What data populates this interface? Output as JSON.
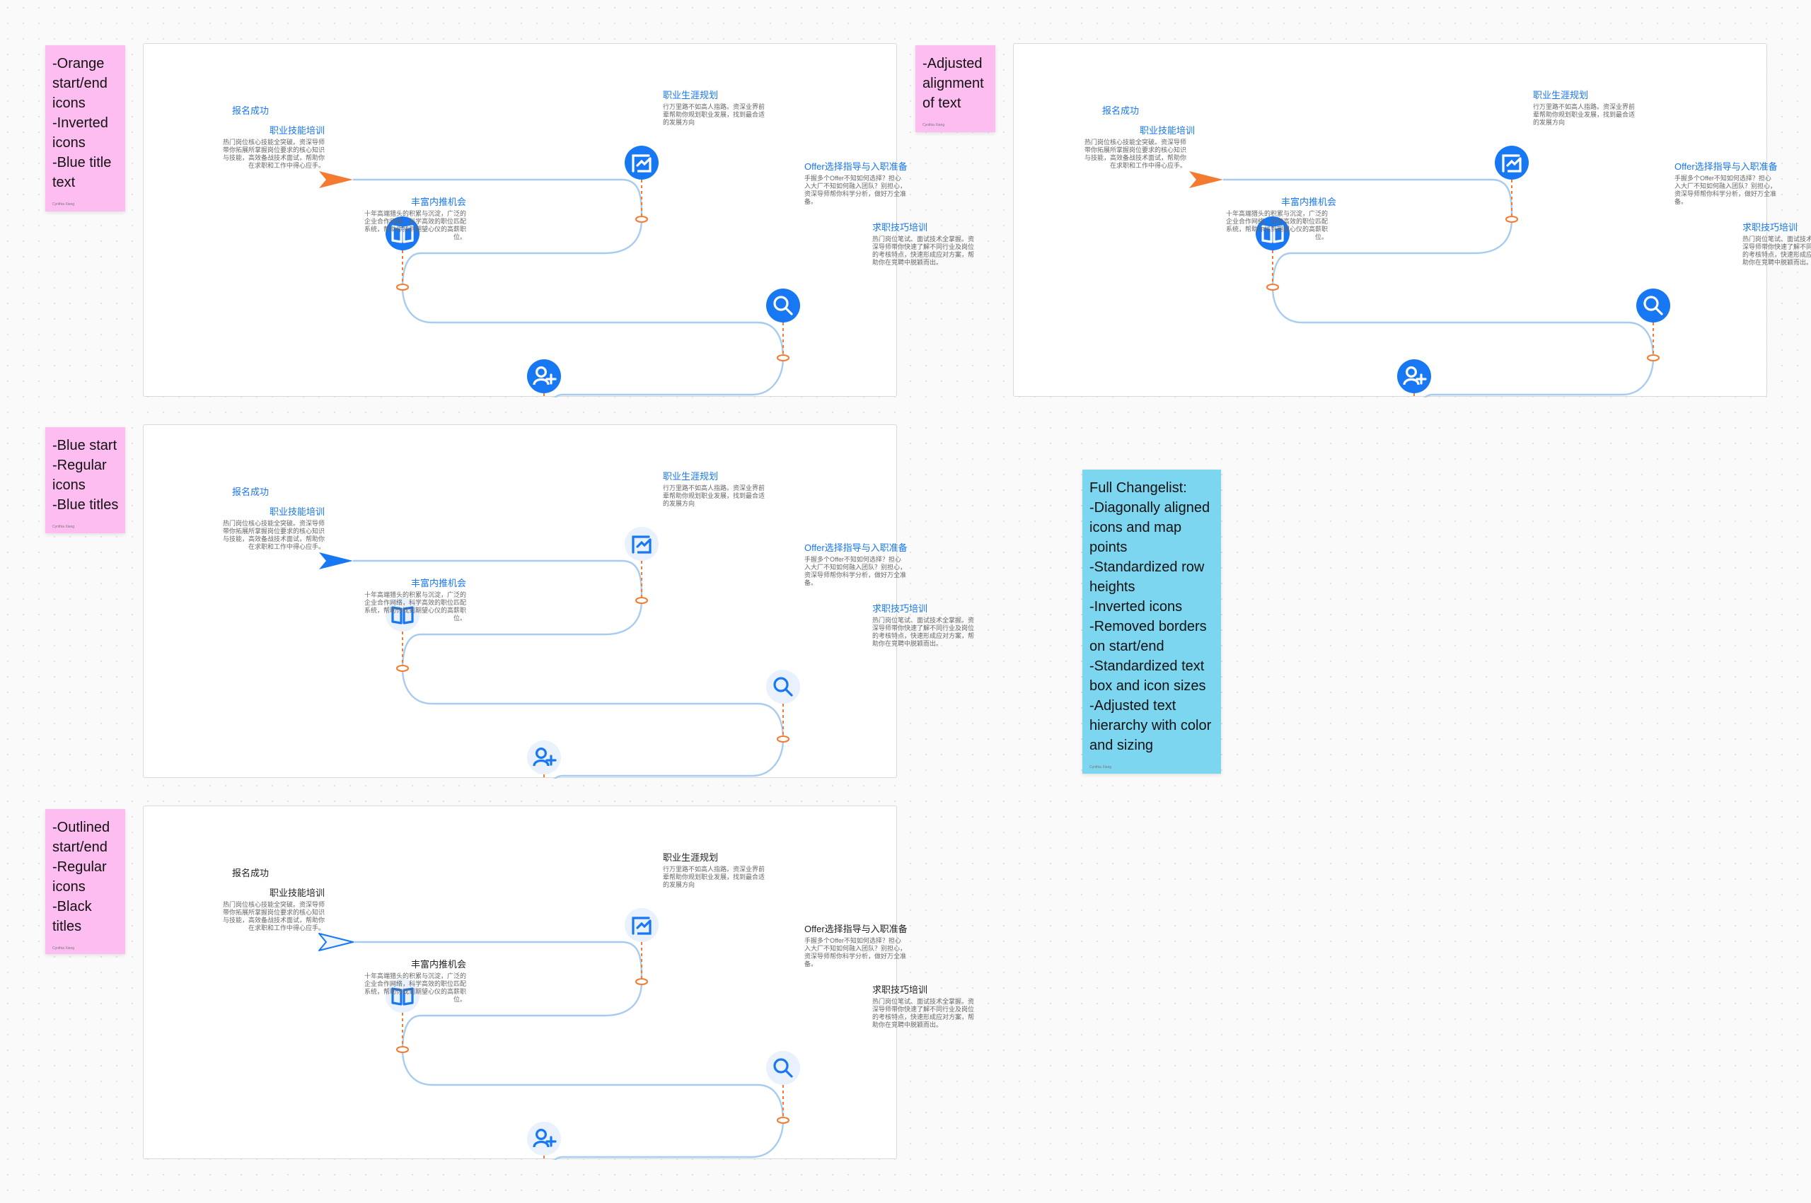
{
  "colors": {
    "orange": "#f47a30",
    "blue": "#1877f2",
    "path": "#a8ccf0",
    "pink_note": "#fdbdf0",
    "cyan_note": "#7dd6ef"
  },
  "notes": [
    {
      "lines": [
        "-Orange",
        "start/end",
        "icons",
        "-Inverted",
        "icons",
        "-Blue title",
        "text"
      ],
      "author": "Cynthia Xiang"
    },
    {
      "lines": [
        "-Adjusted",
        "alignment",
        "of text"
      ],
      "author": "Cynthia Xiang"
    },
    {
      "lines": [
        "-Blue start",
        "-Regular",
        "icons",
        "-Blue titles"
      ],
      "author": "Cynthia Xiang"
    },
    {
      "lines": [
        "-Outlined",
        "start/end",
        "-Regular",
        "icons",
        "-Black",
        "titles"
      ],
      "author": "Cynthia Xiang"
    },
    {
      "lines": [
        "Full Changelist:",
        "-Diagonally aligned",
        "icons and map",
        "points",
        "-Standardized row",
        "heights",
        "-Inverted icons",
        "-Removed borders",
        "on start/end",
        "-Standardized text",
        "box and icon sizes",
        "-Adjusted text",
        "hierarchy with color",
        "and sizing"
      ],
      "author": "Cynthia Xiang"
    }
  ],
  "roadmap": {
    "start_label": "报名成功",
    "steps": [
      {
        "title": "职业生涯规划",
        "icon": "chart-edit-icon",
        "desc": "行万里路不如高人指路。资深业界前辈帮助你规划职业发展，找到最合适的发展方向"
      },
      {
        "title": "职业技能培训",
        "icon": "book-icon",
        "desc": "热门岗位核心技能全突破。资深导师带你拓展所掌握岗位要求的核心知识与技能，高效备战技术面试，帮助你在求职和工作中得心应手。"
      },
      {
        "title": "Offer选择指导与入职准备",
        "icon": "search-icon",
        "desc": "手握多个Offer不知如何选择？担心入大厂不知如何融入团队？别担心，资深导师帮你科学分析，做好万全准备。"
      },
      {
        "title": "丰富内推机会",
        "icon": "add-user-icon",
        "desc": "十年高端猎头的积累与沉淀，广泛的企业合作网络，科学高效的职位匹配系统，帮助你找到期望心仪的高薪职位。"
      },
      {
        "title": "求职技巧培训",
        "icon": "map-pin-icon",
        "desc": "热门岗位笔试、面试技术全掌握。资深导师带你快速了解不同行业及岗位的考核特点，快速形成应对方案，帮助你在竞聘中脱颖而出。"
      }
    ]
  }
}
